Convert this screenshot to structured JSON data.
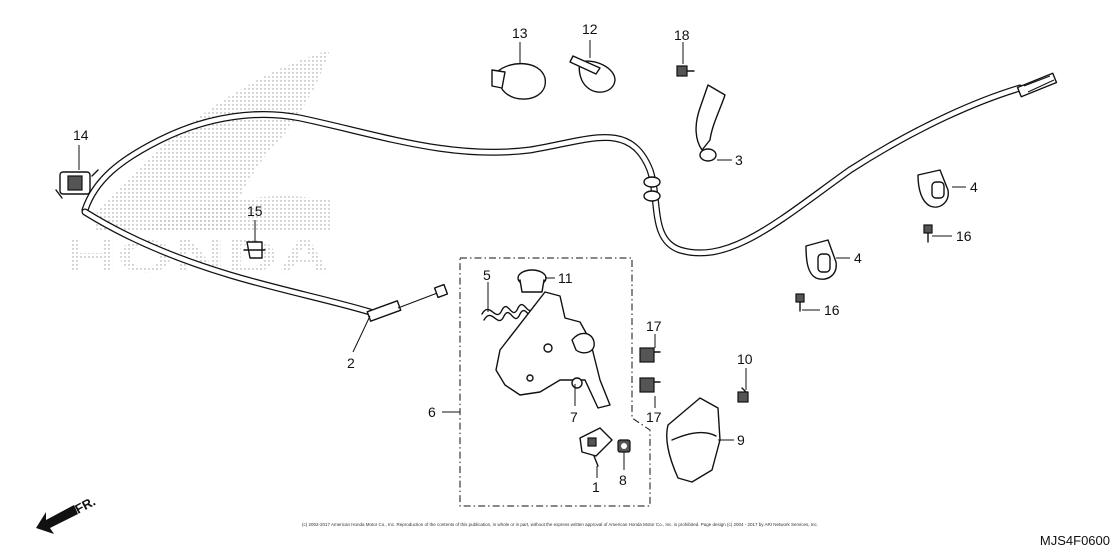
{
  "diagram": {
    "figure_code": "MJS4F0600",
    "direction_label": "FR.",
    "watermark_text": "HONDA",
    "copyright": "(c) 2002-2017 American Honda Motor Co., Inc. Reproduction of the contents of this publication, in whole or in part, without the express written approval of American Honda Motor Co., Inc. is prohibited. Page design (c) 2004 - 2017 by ARI Network Services, Inc."
  },
  "callouts": [
    {
      "id": "c1",
      "label": "1"
    },
    {
      "id": "c2",
      "label": "2"
    },
    {
      "id": "c3",
      "label": "3"
    },
    {
      "id": "c4a",
      "label": "4"
    },
    {
      "id": "c4b",
      "label": "4"
    },
    {
      "id": "c5",
      "label": "5"
    },
    {
      "id": "c6",
      "label": "6"
    },
    {
      "id": "c7",
      "label": "7"
    },
    {
      "id": "c8",
      "label": "8"
    },
    {
      "id": "c9",
      "label": "9"
    },
    {
      "id": "c10",
      "label": "10"
    },
    {
      "id": "c11",
      "label": "11"
    },
    {
      "id": "c12",
      "label": "12"
    },
    {
      "id": "c13",
      "label": "13"
    },
    {
      "id": "c14",
      "label": "14"
    },
    {
      "id": "c15",
      "label": "15"
    },
    {
      "id": "c16a",
      "label": "16"
    },
    {
      "id": "c16b",
      "label": "16"
    },
    {
      "id": "c17a",
      "label": "17"
    },
    {
      "id": "c17b",
      "label": "17"
    },
    {
      "id": "c18",
      "label": "18"
    }
  ]
}
